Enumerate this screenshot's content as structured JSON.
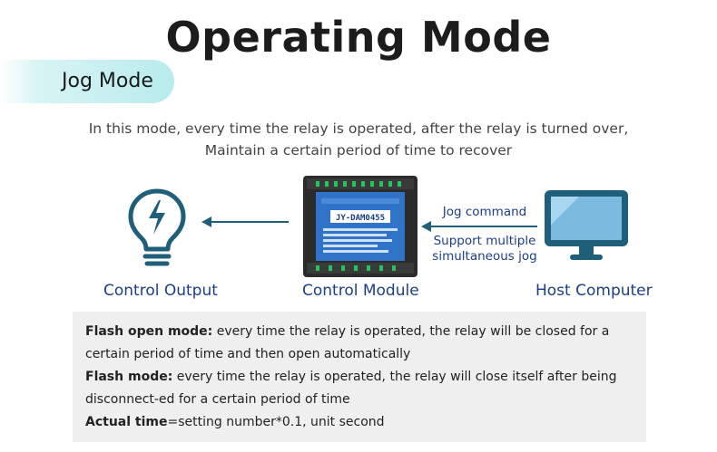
{
  "title": "Operating Mode",
  "mode_label": "Jog Mode",
  "intro": {
    "line1": "In this mode, every time the relay is operated, after the relay is turned over,",
    "line2": "Maintain a certain period of time to recover"
  },
  "nodes": {
    "output": "Control Output",
    "module": "Control Module",
    "host": "Host Computer"
  },
  "module_text": {
    "model": "JY-DAM0455"
  },
  "command": {
    "label": "Jog command",
    "support1": "Support multiple",
    "support2": "simultaneous jog"
  },
  "notes": [
    {
      "term": "Flash open mode:",
      "text": " every time the relay is operated, the relay will be closed for a certain period of time and then open automatically"
    },
    {
      "term": "Flash mode:",
      "text": " every time the relay is operated, the relay will close itself after being disconnect-ed for a certain period of time"
    },
    {
      "term": "Actual time",
      "text": "=setting number*0.1, unit second"
    }
  ],
  "colors": {
    "accent": "#1b3f86",
    "icon_teal": "#1f5f7a",
    "pill": "#b8ebed",
    "box_bg": "#efefef"
  }
}
